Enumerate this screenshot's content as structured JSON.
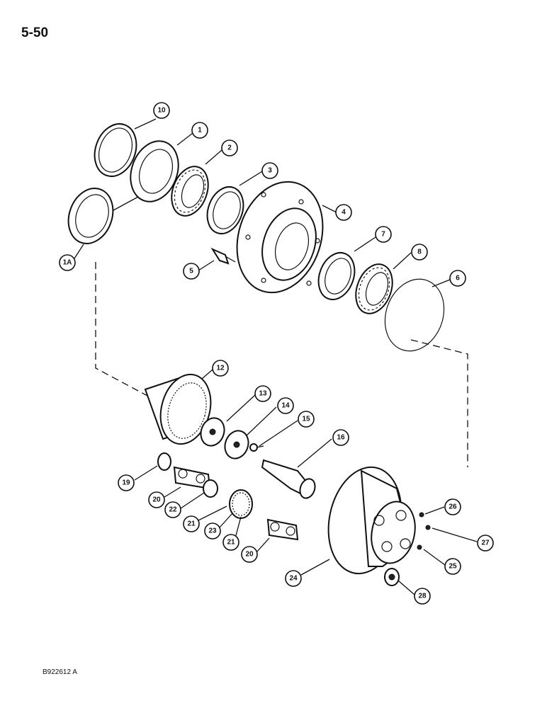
{
  "page": {
    "number": "5-50",
    "figure_code": "B922612 A"
  },
  "callouts": [
    {
      "id": "c10",
      "label": "10"
    },
    {
      "id": "c1",
      "label": "1"
    },
    {
      "id": "c2",
      "label": "2"
    },
    {
      "id": "c3",
      "label": "3"
    },
    {
      "id": "c4",
      "label": "4"
    },
    {
      "id": "c1a",
      "label": "1A"
    },
    {
      "id": "c5",
      "label": "5"
    },
    {
      "id": "c7",
      "label": "7"
    },
    {
      "id": "c8",
      "label": "8"
    },
    {
      "id": "c6",
      "label": "6"
    },
    {
      "id": "c12",
      "label": "12"
    },
    {
      "id": "c13",
      "label": "13"
    },
    {
      "id": "c14",
      "label": "14"
    },
    {
      "id": "c15",
      "label": "15"
    },
    {
      "id": "c16",
      "label": "16"
    },
    {
      "id": "c19",
      "label": "19"
    },
    {
      "id": "c20a",
      "label": "20"
    },
    {
      "id": "c22",
      "label": "22"
    },
    {
      "id": "c21a",
      "label": "21"
    },
    {
      "id": "c23",
      "label": "23"
    },
    {
      "id": "c21b",
      "label": "21"
    },
    {
      "id": "c20b",
      "label": "20"
    },
    {
      "id": "c24",
      "label": "24"
    },
    {
      "id": "c26",
      "label": "26"
    },
    {
      "id": "c27",
      "label": "27"
    },
    {
      "id": "c25",
      "label": "25"
    },
    {
      "id": "c28",
      "label": "28"
    }
  ]
}
